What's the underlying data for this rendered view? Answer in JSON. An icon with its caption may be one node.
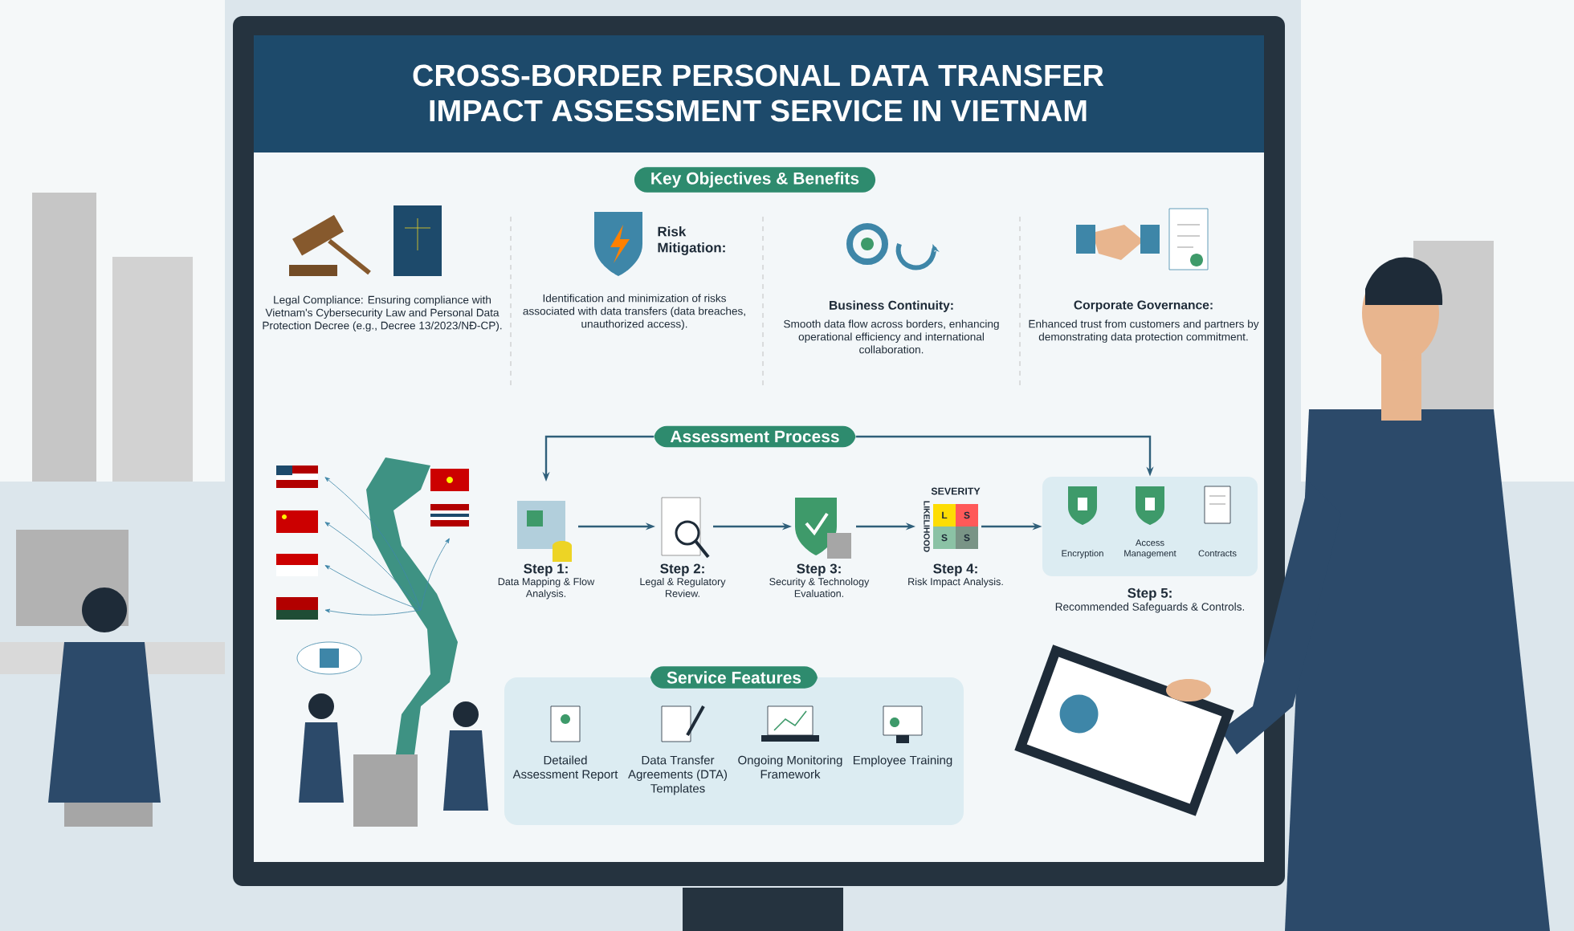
{
  "diagram": {
    "title": "CROSS-BORDER PERSONAL DATA TRANSFER IMPACT ASSESSMENT SERVICE IN VIETNAM",
    "nodes": [
      {
        "text": [
          "Key Objectives & Benefits"
        ]
      },
      {
        "text": [
          "Assessment Process"
        ]
      },
      {
        "text": [
          "Step 1:",
          "Data Mapping & Flow Analysis."
        ]
      },
      {
        "text": [
          "Step 2:",
          "Legal & Regulatory Review."
        ]
      },
      {
        "text": [
          "Step 3:",
          "Security & Technology Evaluation."
        ]
      },
      {
        "text": [
          "SEVERITY",
          "LIKELIHOOD",
          "L",
          "S",
          "S",
          "S",
          "Step 4:",
          "Risk Impact Analysis."
        ]
      },
      {
        "text": [
          "Encryption",
          "Access Management",
          "Contracts"
        ],
        "beside": [
          "Step 5:",
          "Recommended Safeguards & Controls."
        ]
      },
      {
        "text": [
          "Service Features",
          "Detailed Assessment Report",
          "Data Transfer Agreements (DTA) Templates",
          "Ongoing Monitoring Framework",
          "Employee Training"
        ]
      }
    ],
    "edges": [
      {
        "from": 1,
        "to": 2,
        "arrow": "to"
      },
      {
        "from": 1,
        "to": 6,
        "arrow": "to"
      },
      {
        "from": 2,
        "to": 3,
        "arrow": "to"
      },
      {
        "from": 3,
        "to": 4,
        "arrow": "to"
      },
      {
        "from": 4,
        "to": 5,
        "arrow": "to"
      },
      {
        "from": 5,
        "to": 6,
        "arrow": "to"
      }
    ],
    "labels": [
      "Legal Compliance: Ensuring compliance with Vietnam's Cybersecurity Law and Personal Data Protection Decree (e.g., Decree 13/2023/NĐ-CP).",
      "Risk Mitigation:",
      "Identification and minimization of risks associated with data transfers (data breaches, unauthorized access).",
      "Business Continuity:",
      "Smooth data flow across borders, enhancing operational efficiency and international collaboration.",
      "Corporate Governance:",
      "Enhanced trust from customers and partners by demonstrating data protection commitment."
    ]
  }
}
